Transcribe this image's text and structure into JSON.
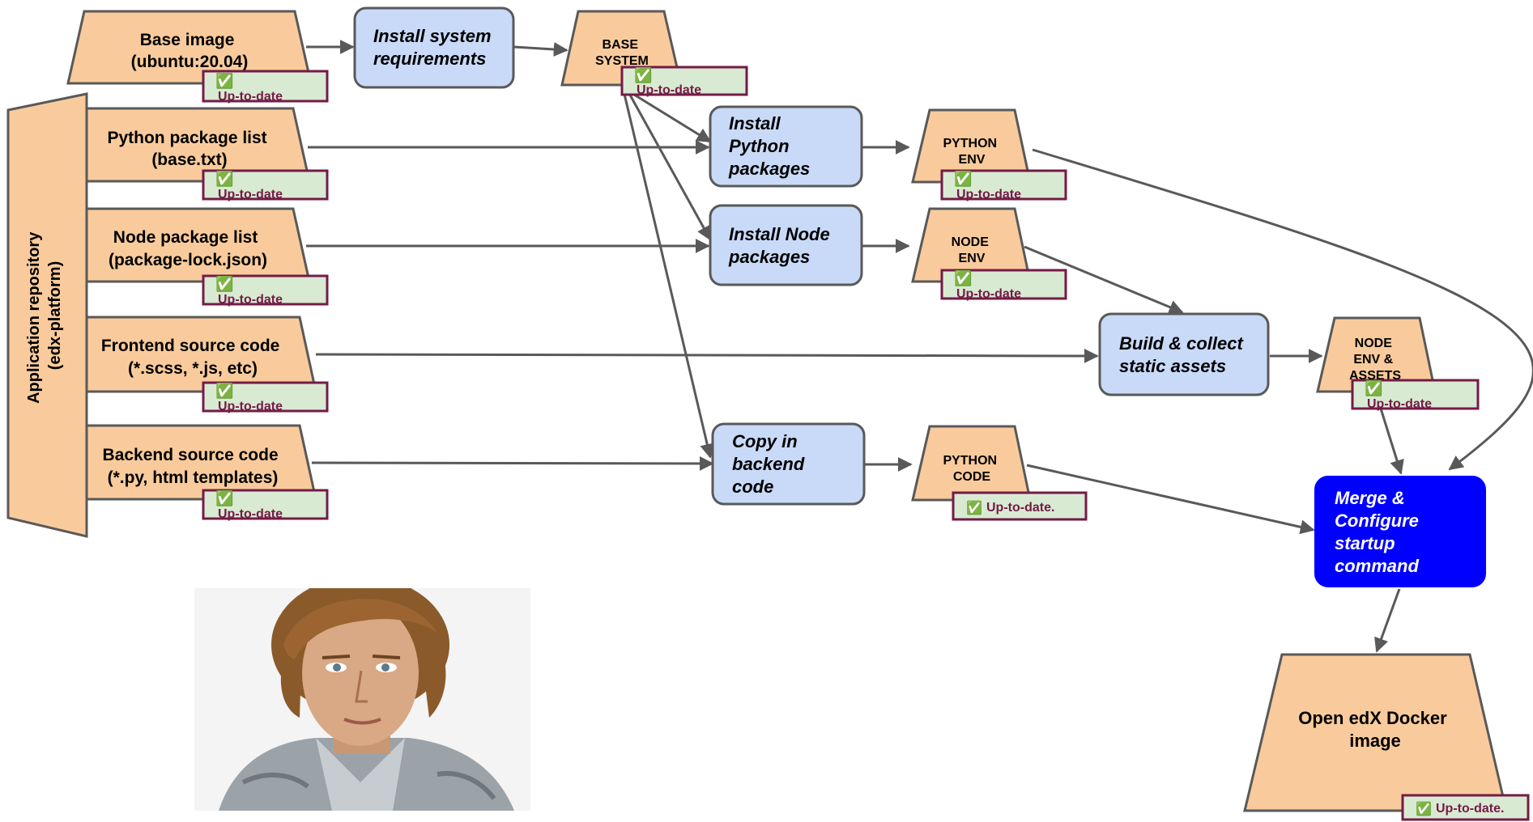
{
  "inputs": {
    "base_image": [
      "Base image",
      "(ubuntu:20.04)"
    ],
    "python_list": [
      "Python package list",
      "(base.txt)"
    ],
    "node_list": [
      "Node package list",
      "(package-lock.json)"
    ],
    "frontend": [
      "Frontend source code",
      "(*.scss, *.js, etc)"
    ],
    "backend": [
      "Backend source code",
      "(*.py, html templates)"
    ]
  },
  "repository": [
    "Application repository",
    "(edx-platform)"
  ],
  "steps": {
    "install_system": [
      "Install system",
      "requirements"
    ],
    "install_python": [
      "Install",
      "Python",
      "packages"
    ],
    "install_node": [
      "Install Node",
      "packages"
    ],
    "copy_backend": [
      "Copy in",
      "backend",
      "code"
    ],
    "build_assets": [
      "Build & collect",
      "static assets"
    ],
    "merge": [
      "Merge &",
      "Configure",
      "startup",
      "command"
    ]
  },
  "layers": {
    "base_system": [
      "BASE",
      "SYSTEM"
    ],
    "python_env": [
      "PYTHON",
      "ENV"
    ],
    "node_env": [
      "NODE",
      "ENV"
    ],
    "node_env_assets": [
      "NODE",
      "ENV &",
      "ASSETS"
    ],
    "python_code": [
      "PYTHON",
      "CODE"
    ],
    "final_image": [
      "Open edX Docker",
      "image"
    ]
  },
  "badge": {
    "check_icon": "✅",
    "label": "Up-to-date",
    "label_dot": "Up-to-date."
  },
  "colors": {
    "input_fill": "#f9cb9c",
    "step_fill": "#c9daf8",
    "merge_fill": "#0000ff",
    "badge_fill": "#d9ead3",
    "badge_border": "#741b47",
    "stroke": "#595959"
  }
}
